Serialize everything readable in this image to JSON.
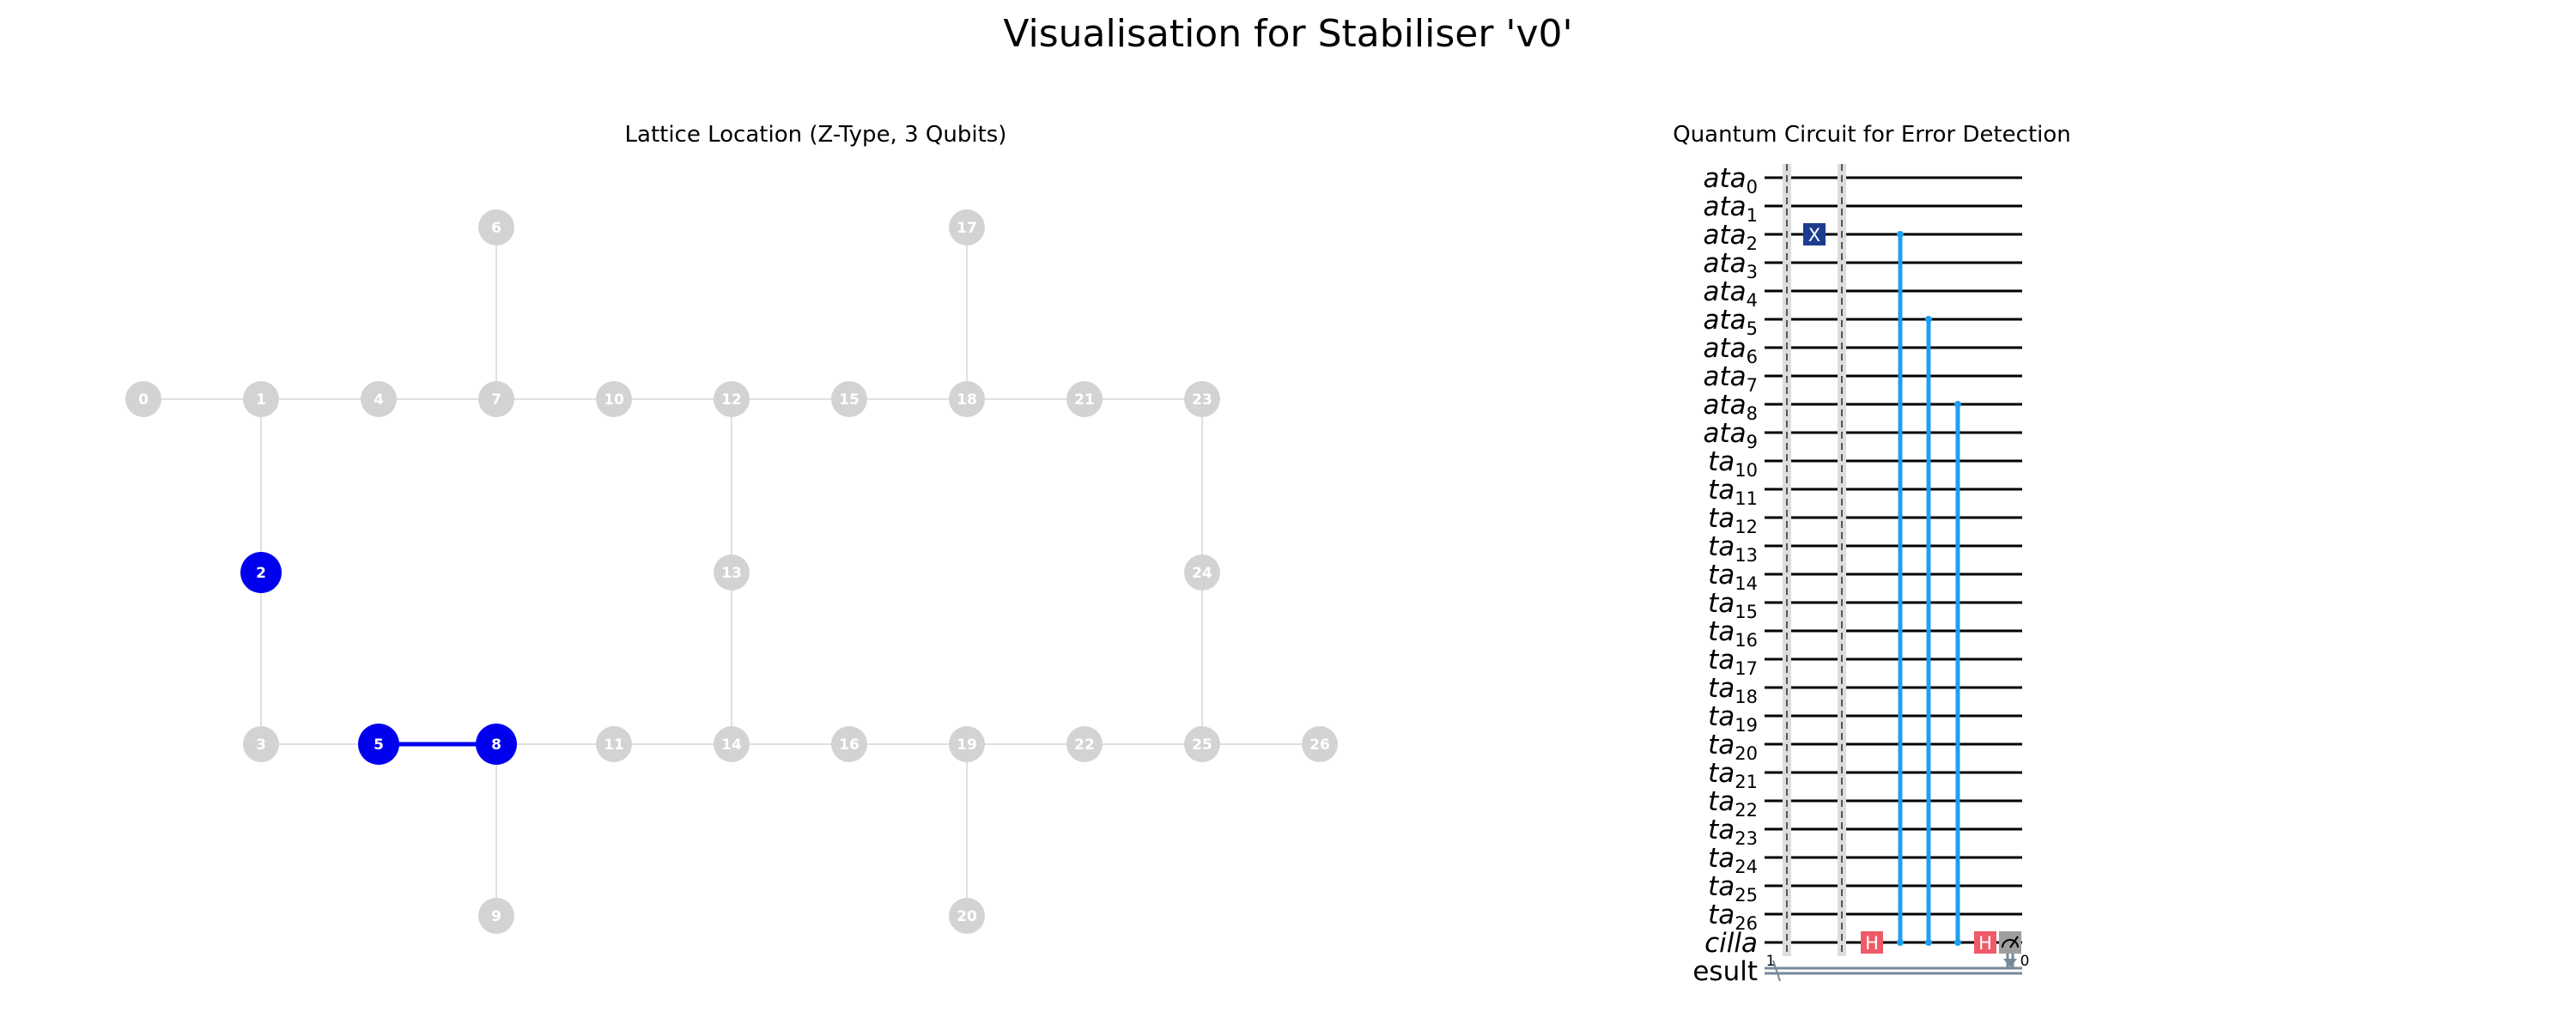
{
  "figure": {
    "title": "Visualisation for Stabiliser 'v0'",
    "lattice_title": "Lattice Location (Z-Type, 3 Qubits)",
    "circuit_title": "Quantum Circuit for Error Detection"
  },
  "colors": {
    "active_node": "#0000ee",
    "inactive_node": "#d3d3d3",
    "active_edge": "#0000ee",
    "inactive_edge": "#e0e0e0",
    "x_gate": "#1c3d8f",
    "h_gate": "#f05a68",
    "cnot_line": "#1e9ff2",
    "wire": "#000000",
    "barrier": "#aaaaaa",
    "classical_wire": "#778899"
  },
  "lattice": {
    "nodes": [
      {
        "id": "0",
        "col": 0,
        "row": 1,
        "active": false
      },
      {
        "id": "1",
        "col": 1,
        "row": 1,
        "active": false
      },
      {
        "id": "2",
        "col": 1,
        "row": 2,
        "active": true
      },
      {
        "id": "3",
        "col": 1,
        "row": 3,
        "active": false
      },
      {
        "id": "4",
        "col": 2,
        "row": 1,
        "active": false
      },
      {
        "id": "5",
        "col": 2,
        "row": 3,
        "active": true
      },
      {
        "id": "6",
        "col": 3,
        "row": 0,
        "active": false
      },
      {
        "id": "7",
        "col": 3,
        "row": 1,
        "active": false
      },
      {
        "id": "8",
        "col": 3,
        "row": 3,
        "active": true
      },
      {
        "id": "9",
        "col": 3,
        "row": 4,
        "active": false
      },
      {
        "id": "10",
        "col": 4,
        "row": 1,
        "active": false
      },
      {
        "id": "11",
        "col": 4,
        "row": 3,
        "active": false
      },
      {
        "id": "12",
        "col": 5,
        "row": 1,
        "active": false
      },
      {
        "id": "13",
        "col": 5,
        "row": 2,
        "active": false
      },
      {
        "id": "14",
        "col": 5,
        "row": 3,
        "active": false
      },
      {
        "id": "15",
        "col": 6,
        "row": 1,
        "active": false
      },
      {
        "id": "16",
        "col": 6,
        "row": 3,
        "active": false
      },
      {
        "id": "17",
        "col": 7,
        "row": 0,
        "active": false
      },
      {
        "id": "18",
        "col": 7,
        "row": 1,
        "active": false
      },
      {
        "id": "19",
        "col": 7,
        "row": 3,
        "active": false
      },
      {
        "id": "20",
        "col": 7,
        "row": 4,
        "active": false
      },
      {
        "id": "21",
        "col": 8,
        "row": 1,
        "active": false
      },
      {
        "id": "22",
        "col": 8,
        "row": 3,
        "active": false
      },
      {
        "id": "23",
        "col": 9,
        "row": 1,
        "active": false
      },
      {
        "id": "24",
        "col": 9,
        "row": 2,
        "active": false
      },
      {
        "id": "25",
        "col": 9,
        "row": 3,
        "active": false
      },
      {
        "id": "26",
        "col": 10,
        "row": 3,
        "active": false
      }
    ],
    "edges": [
      [
        "0",
        "1"
      ],
      [
        "1",
        "4"
      ],
      [
        "4",
        "7"
      ],
      [
        "7",
        "10"
      ],
      [
        "10",
        "12"
      ],
      [
        "12",
        "15"
      ],
      [
        "15",
        "18"
      ],
      [
        "18",
        "21"
      ],
      [
        "21",
        "23"
      ],
      [
        "3",
        "5"
      ],
      [
        "5",
        "8"
      ],
      [
        "8",
        "11"
      ],
      [
        "11",
        "14"
      ],
      [
        "14",
        "16"
      ],
      [
        "16",
        "19"
      ],
      [
        "19",
        "22"
      ],
      [
        "22",
        "25"
      ],
      [
        "25",
        "26"
      ],
      [
        "1",
        "2"
      ],
      [
        "2",
        "3"
      ],
      [
        "6",
        "7"
      ],
      [
        "8",
        "9"
      ],
      [
        "12",
        "13"
      ],
      [
        "13",
        "14"
      ],
      [
        "17",
        "18"
      ],
      [
        "19",
        "20"
      ],
      [
        "23",
        "24"
      ],
      [
        "24",
        "25"
      ]
    ],
    "active_edges": [
      [
        "5",
        "8"
      ]
    ]
  },
  "circuit": {
    "wire_labels": [
      {
        "base": "ata",
        "sub": "0"
      },
      {
        "base": "ata",
        "sub": "1"
      },
      {
        "base": "ata",
        "sub": "2"
      },
      {
        "base": "ata",
        "sub": "3"
      },
      {
        "base": "ata",
        "sub": "4"
      },
      {
        "base": "ata",
        "sub": "5"
      },
      {
        "base": "ata",
        "sub": "6"
      },
      {
        "base": "ata",
        "sub": "7"
      },
      {
        "base": "ata",
        "sub": "8"
      },
      {
        "base": "ata",
        "sub": "9"
      },
      {
        "base": "ta",
        "sub": "10"
      },
      {
        "base": "ta",
        "sub": "11"
      },
      {
        "base": "ta",
        "sub": "12"
      },
      {
        "base": "ta",
        "sub": "13"
      },
      {
        "base": "ta",
        "sub": "14"
      },
      {
        "base": "ta",
        "sub": "15"
      },
      {
        "base": "ta",
        "sub": "16"
      },
      {
        "base": "ta",
        "sub": "17"
      },
      {
        "base": "ta",
        "sub": "18"
      },
      {
        "base": "ta",
        "sub": "19"
      },
      {
        "base": "ta",
        "sub": "20"
      },
      {
        "base": "ta",
        "sub": "21"
      },
      {
        "base": "ta",
        "sub": "22"
      },
      {
        "base": "ta",
        "sub": "23"
      },
      {
        "base": "ta",
        "sub": "24"
      },
      {
        "base": "ta",
        "sub": "25"
      },
      {
        "base": "ta",
        "sub": "26"
      },
      {
        "base": "cilla",
        "sub": ""
      }
    ],
    "classical_label": "esult",
    "classical_bits": "1",
    "measure_bit": "0",
    "x_gate": {
      "label": "X",
      "wire": 2
    },
    "h_gates": [
      {
        "label": "H",
        "step": 0
      },
      {
        "label": "H",
        "step": 1
      }
    ],
    "controlled_from": [
      2,
      5,
      8
    ],
    "target_wire": 27
  }
}
